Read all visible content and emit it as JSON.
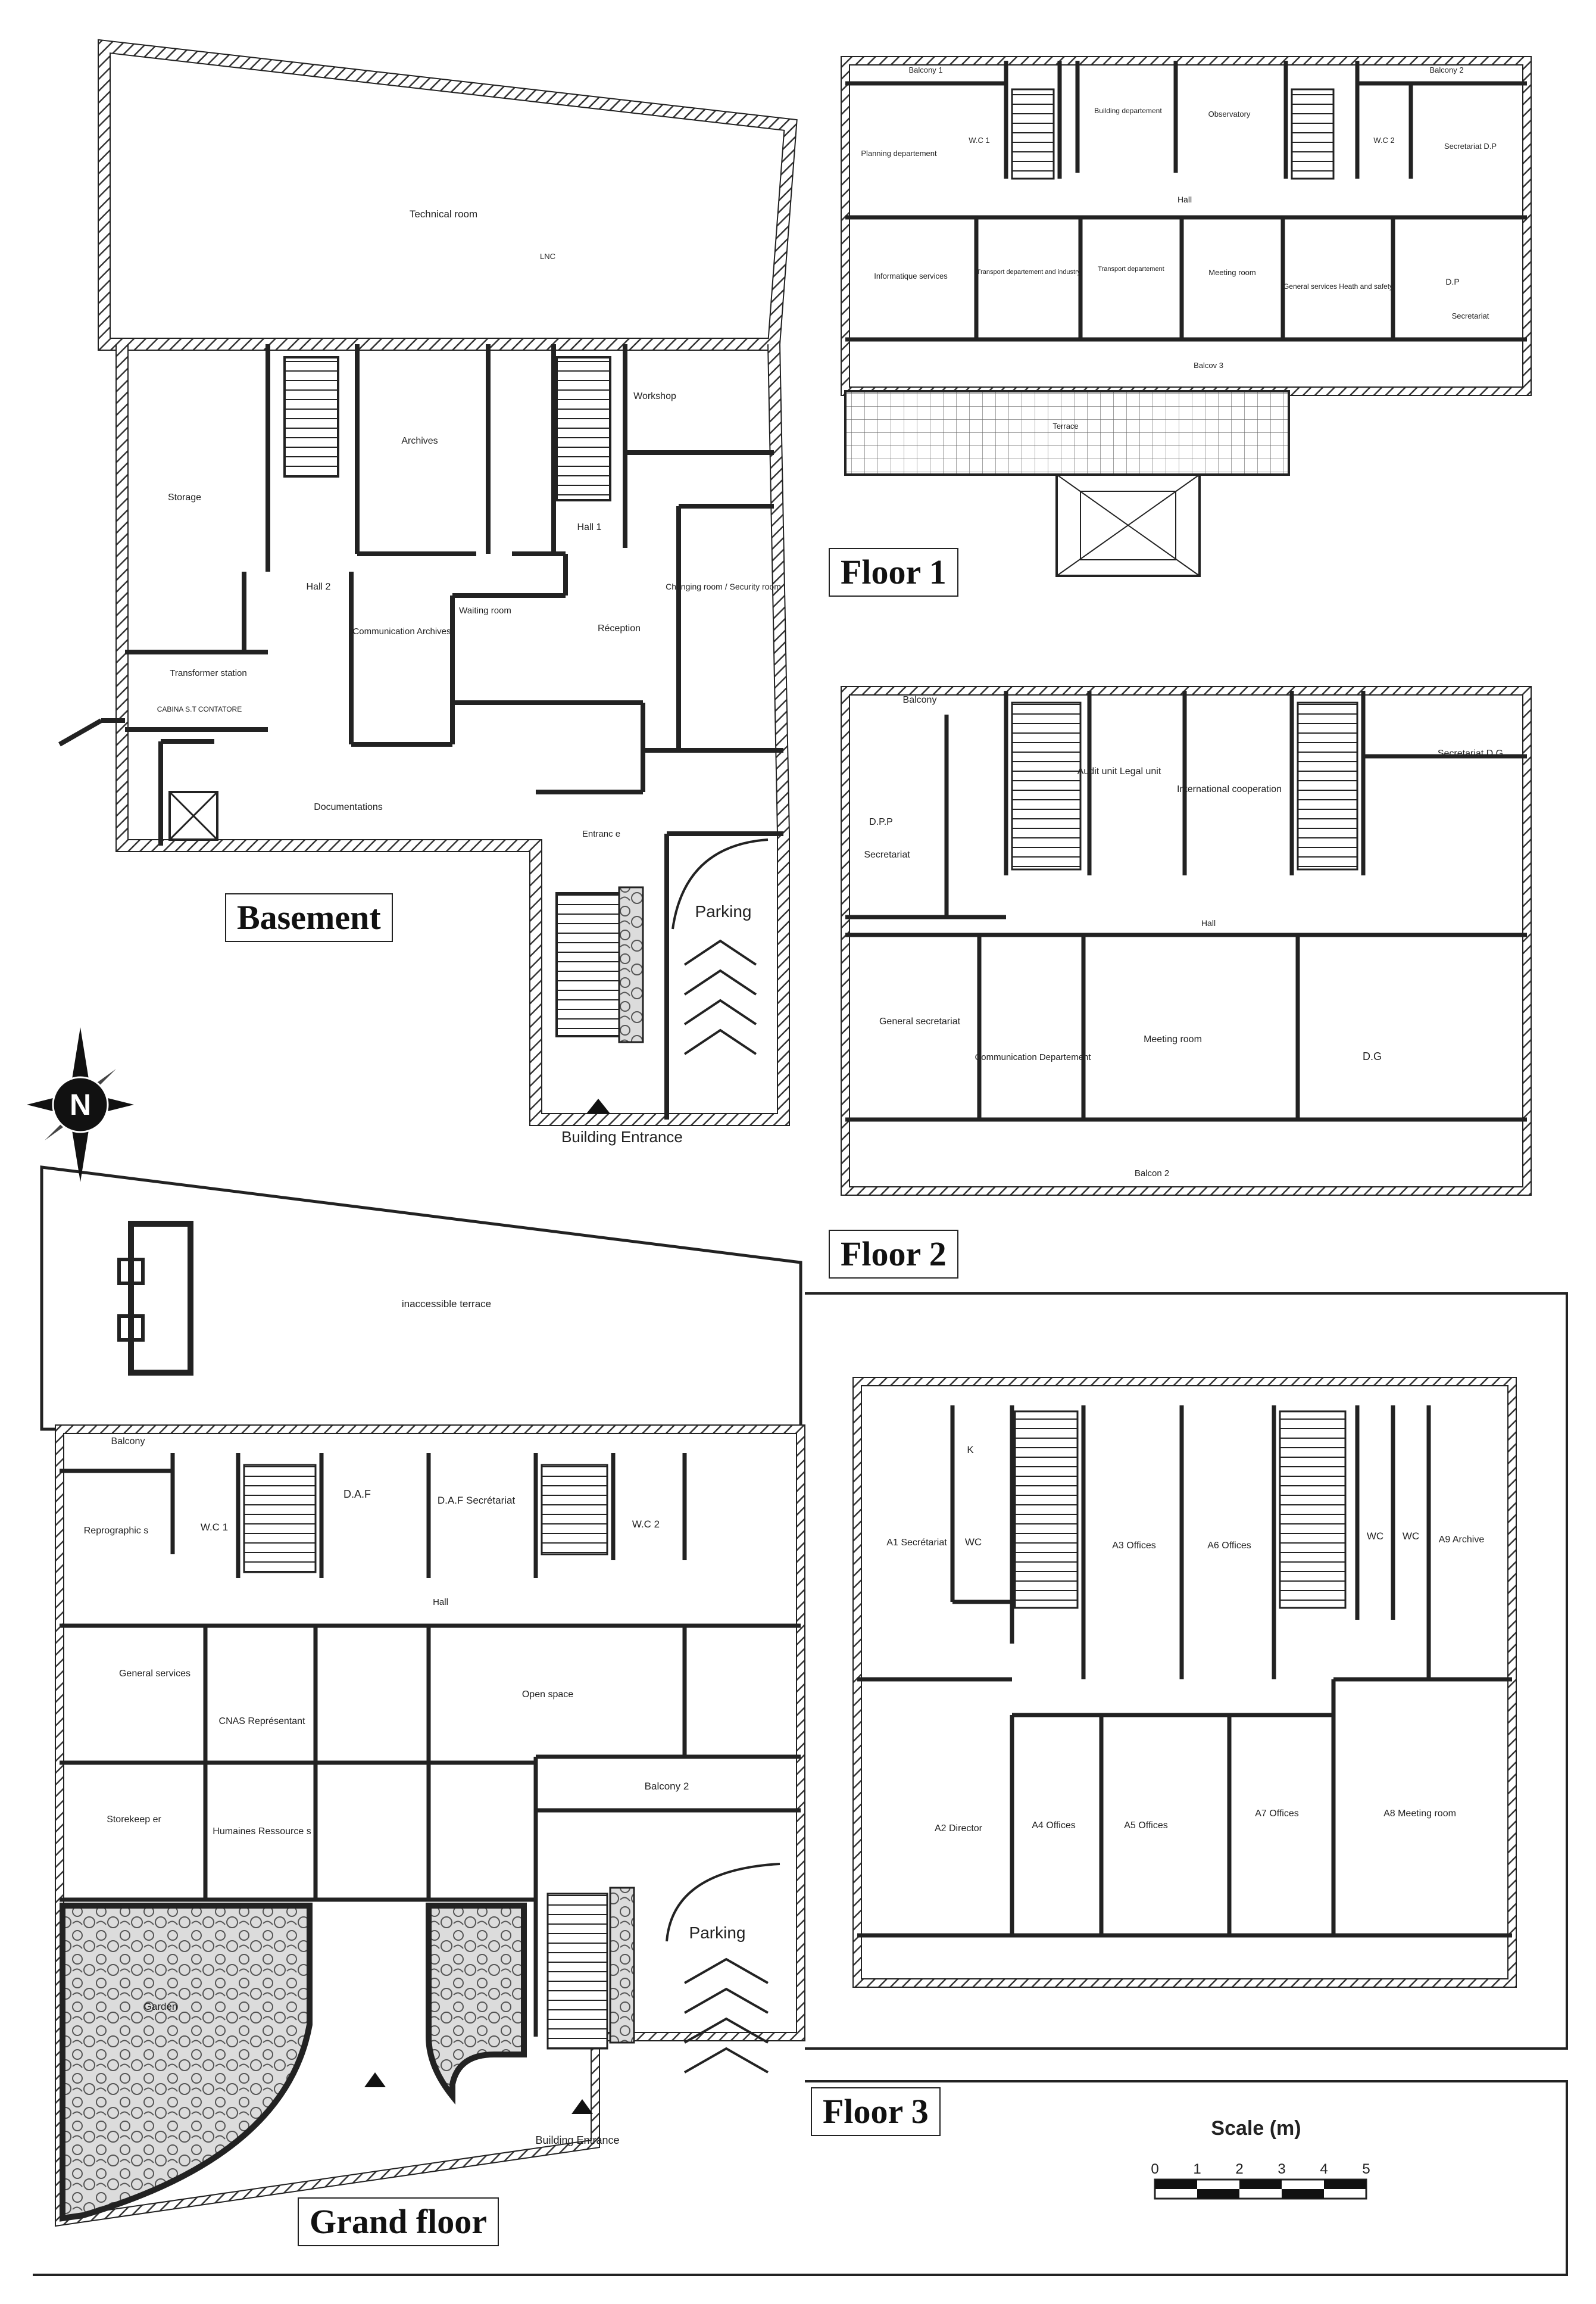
{
  "floors": {
    "basement": {
      "title": "Basement",
      "rooms": {
        "technical": "Technical room",
        "lnc": "LNC",
        "storage": "Storage",
        "archives": "Archives",
        "workshop": "Workshop",
        "hall1": "Hall 1",
        "hall2": "Hall 2",
        "comm": "Communication Archives",
        "waiting": "Waiting room",
        "reception": "Réception",
        "changing": "Changing room / Security room",
        "transformer": "Transformer station",
        "cabina": "CABINA S.T CONTATORE",
        "documentations": "Documentations",
        "entrance": "Entranc e",
        "parking": "Parking",
        "building_entrance": "Building Entrance"
      }
    },
    "floor1": {
      "title": "Floor 1",
      "rooms": {
        "balcony1": "Balcony 1",
        "balcony2": "Balcony 2",
        "planning": "Planning departement",
        "wc1": "W.C 1",
        "building_dept": "Building departement",
        "observatory": "Observatory",
        "wc2": "W.C 2",
        "secretariat_dp": "Secretariat D.P",
        "hall": "Hall",
        "informatique": "Informatique services",
        "transport_ind": "Transport departement and industry",
        "transport": "Transport departement",
        "meeting": "Meeting room",
        "general": "General services Heath and safety",
        "dp": "D.P",
        "secretariat": "Secretariat",
        "balcov3": "Balcov 3",
        "terrace": "Terrace"
      }
    },
    "floor2": {
      "title": "Floor 2",
      "rooms": {
        "balcony": "Balcony",
        "dpp": "D.P.P",
        "secretariat": "Secretariat",
        "audit": "Audit unit Legal unit",
        "intl": "International cooperation",
        "secretariat_dg": "Secretariat D.G",
        "hall": "Hall",
        "general_sec": "General secretariat",
        "comm": "Communication Departement",
        "meeting": "Meeting room",
        "dg": "D.G",
        "balcon2": "Balcon 2"
      }
    },
    "ground": {
      "title": "Grand floor",
      "rooms": {
        "terrace": "inaccessible terrace",
        "balcony": "Balcony",
        "reprographic": "Reprographic s",
        "wc1": "W.C 1",
        "daf": "D.A.F",
        "daf_sec": "D.A.F Secrétariat",
        "wc2": "W.C 2",
        "hall": "Hall",
        "general": "General services",
        "cnas": "CNAS Représentant",
        "open": "Open space",
        "storekeeper": "Storekeep er",
        "humaines": "Humaines Ressource s",
        "balcony2": "Balcony 2",
        "garden": "Garden",
        "parking": "Parking",
        "building_entrance": "Building Entrance"
      }
    },
    "floor3": {
      "title": "Floor 3",
      "rooms": {
        "k": "K",
        "a1": "A1 Secrétariat",
        "wc": "WC",
        "a3": "A3 Offices",
        "a6": "A6 Offices",
        "wc_b": "WC",
        "wc_c": "WC",
        "a9": "A9 Archive",
        "a2": "A2 Director",
        "a4": "A4 Offices",
        "a5": "A5 Offices",
        "a7": "A7 Offices",
        "a8": "A8 Meeting room"
      }
    }
  },
  "compass": "N",
  "scale": {
    "title": "Scale (m)",
    "ticks": [
      "0",
      "1",
      "2",
      "3",
      "4",
      "5"
    ]
  }
}
